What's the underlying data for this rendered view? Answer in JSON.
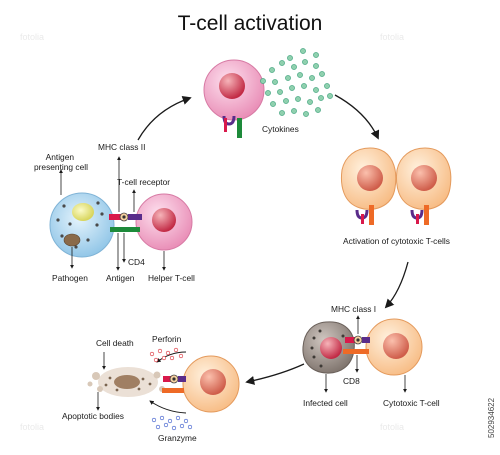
{
  "title": "T-cell activation",
  "labels": {
    "antigen_presenting_cell": [
      "Antigen",
      "presenting cell"
    ],
    "mhc_class_ii": "MHC class II",
    "t_cell_receptor": "T-cell receptor",
    "pathogen": "Pathogen",
    "cd4": "CD4",
    "antigen": "Antigen",
    "helper_t_cell": "Helper T-cell",
    "cytokines": "Cytokines",
    "activation_cytotoxic": "Activation of cytotoxic T-cells",
    "mhc_class_i": "MHC class I",
    "cd8": "CD8",
    "infected_cell": "Infected cell",
    "cytotoxic_t_cell": "Cytotoxic T-cell",
    "cell_death": "Cell death",
    "perforin": "Perforin",
    "apoptotic_bodies": "Apoptotic bodies",
    "granzyme": "Granzyme"
  },
  "watermark_id": "502934622",
  "colors": {
    "apc_body": "#b9dcf1",
    "helper_body": "#f1a6c6",
    "cytotoxic_body": "#fcd3a4",
    "nucleus_pink": "#d8465f",
    "nucleus_orange": "#e08068",
    "infected_body": "#9a8f88",
    "receptor_red": "#d9194b",
    "receptor_purple": "#5a2c8a",
    "receptor_green": "#1d8a3a",
    "cd8_orange": "#ee6a26",
    "cytokine_green": "#3aa07a",
    "perforin_red": "#d8262f",
    "granzyme_blue": "#2f50c9"
  }
}
